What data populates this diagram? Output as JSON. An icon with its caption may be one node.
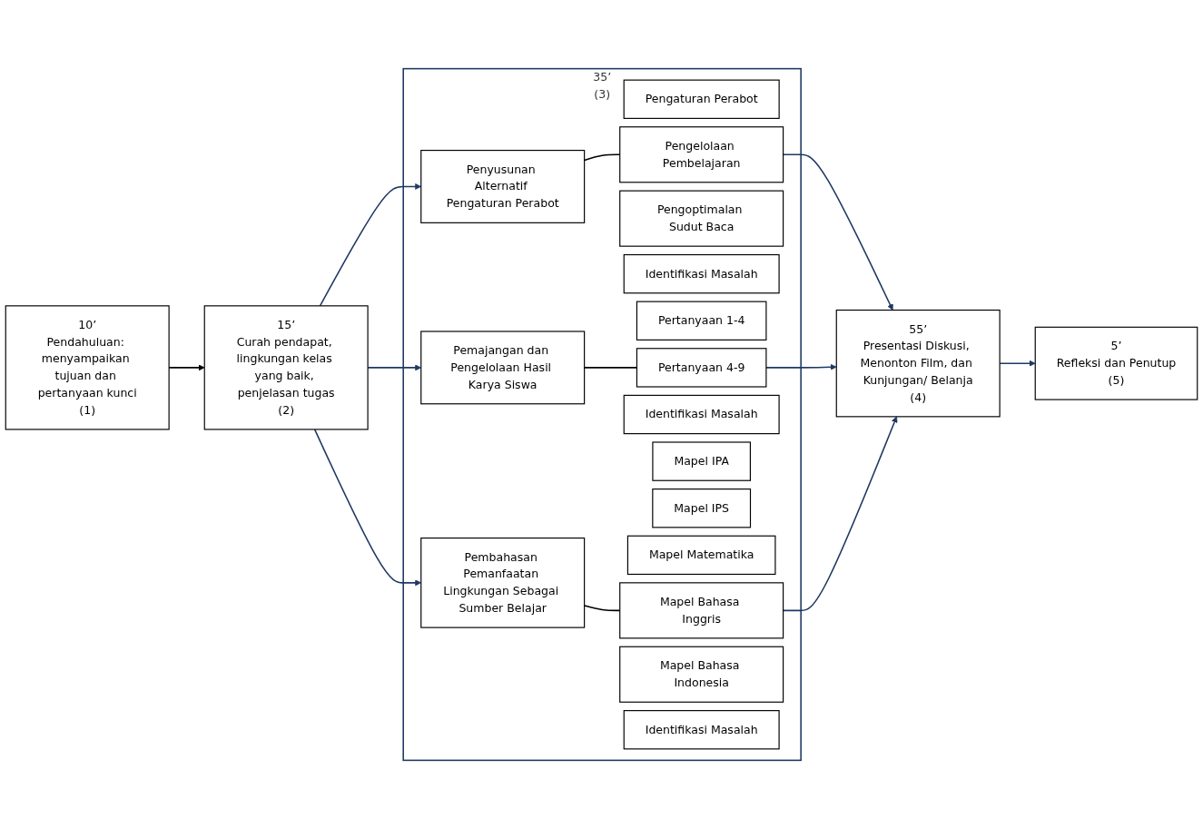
{
  "diagram": {
    "nodes": [
      {
        "text": [
          "10’",
          "Pendahuluan: menyampaikan tujuan dan pertanyaan kunci",
          "(1)"
        ]
      },
      {
        "text": [
          "15’",
          "Curah pendapat, lingkungan kelas yang baik, penjelasan tugas",
          "(2)"
        ]
      },
      {
        "text": [
          "35’",
          "(3)"
        ]
      },
      {
        "text": [
          "Penyusunan Alternatif Pengaturan Perabot"
        ],
        "in": 2
      },
      {
        "text": [
          "Pengaturan Perabot"
        ],
        "in": 2
      },
      {
        "text": [
          "Pengelolaan Pembelajaran"
        ],
        "in": 2
      },
      {
        "text": [
          "Pengoptimalan Sudut Baca"
        ],
        "in": 2
      },
      {
        "text": [
          "Identifikasi Masalah"
        ],
        "in": 2
      },
      {
        "text": [
          "Pemajangan dan Pengelolaan Hasil Karya Siswa"
        ],
        "in": 2
      },
      {
        "text": [
          "Pertanyaan 1-4"
        ],
        "in": 2
      },
      {
        "text": [
          "Pertanyaan 4-9"
        ],
        "in": 2
      },
      {
        "text": [
          "Identifikasi Masalah"
        ],
        "in": 2
      },
      {
        "text": [
          "Pembahasan Pemanfaatan Lingkungan Sebagai Sumber Belajar"
        ],
        "in": 2
      },
      {
        "text": [
          "Mapel IPA"
        ],
        "in": 2
      },
      {
        "text": [
          "Mapel IPS"
        ],
        "in": 2
      },
      {
        "text": [
          "Mapel Matematika"
        ],
        "in": 2
      },
      {
        "text": [
          "Mapel Bahasa Inggris"
        ],
        "in": 2
      },
      {
        "text": [
          "Mapel Bahasa Indonesia"
        ],
        "in": 2
      },
      {
        "text": [
          "Identifikasi Masalah"
        ],
        "in": 2
      },
      {
        "text": [
          "55’",
          "Presentasi Diskusi, Menonton Film, dan Kunjungan/ Belanja",
          "(4)"
        ]
      },
      {
        "text": [
          "5’",
          "Refleksi dan Penutup",
          "(5)"
        ]
      }
    ],
    "edges": [
      {
        "from": 0,
        "to": 1,
        "arrow": "to",
        "color": "#000000"
      },
      {
        "from": 1,
        "to": 3,
        "arrow": "to"
      },
      {
        "from": 1,
        "to": 8,
        "arrow": "to"
      },
      {
        "from": 1,
        "to": 12,
        "arrow": "to"
      },
      {
        "from": 3,
        "to": 5,
        "arrow": "none",
        "color": "#000000"
      },
      {
        "from": 8,
        "to": 10,
        "arrow": "none",
        "color": "#000000"
      },
      {
        "from": 12,
        "to": 16,
        "arrow": "none",
        "color": "#000000"
      },
      {
        "from": 5,
        "to": 19,
        "arrow": "to"
      },
      {
        "from": 10,
        "to": 19,
        "arrow": "to"
      },
      {
        "from": 16,
        "to": 19,
        "arrow": "to"
      },
      {
        "from": 19,
        "to": 20,
        "arrow": "to"
      }
    ]
  }
}
